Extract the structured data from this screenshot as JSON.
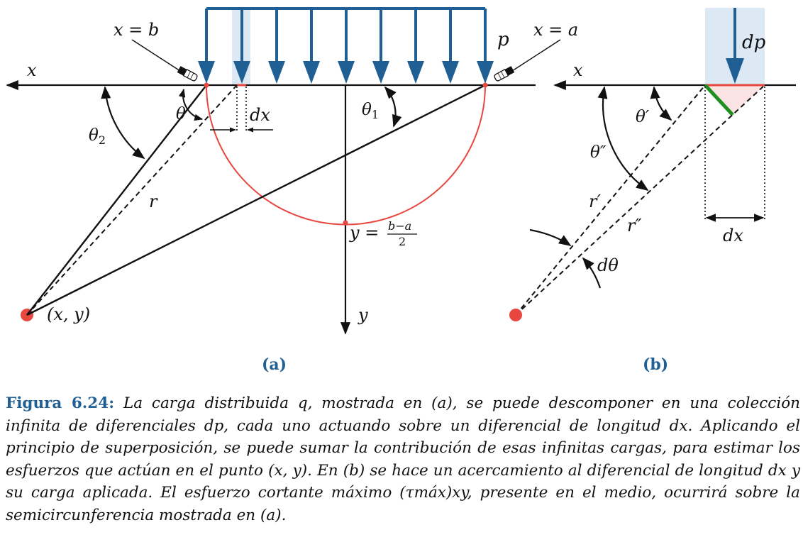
{
  "colors": {
    "load_blue": "#1f5f94",
    "load_fill": "#dce8f3",
    "circle_red": "#e8473f",
    "green": "#1f8f1f",
    "black": "#111111"
  },
  "panel_a": {
    "x_axis": "x",
    "y_axis": "y",
    "x_eq_b": "x = b",
    "x_eq_a": "x = a",
    "load": "p",
    "theta": "θ",
    "theta1": "θ",
    "theta1_sub": "1",
    "theta2": "θ",
    "theta2_sub": "2",
    "dx": "dx",
    "r": "r",
    "point": "(x, y)",
    "y_eq": "y =",
    "frac_num": "b−a",
    "frac_den": "2",
    "sublabel": "(a)"
  },
  "panel_b": {
    "x_axis": "x",
    "load": "dp",
    "theta_p": "θ′",
    "theta_pp": "θ″",
    "r_p": "r′",
    "r_pp": "r″",
    "dtheta": "dθ",
    "dx": "dx",
    "sublabel": "(b)"
  },
  "caption": {
    "label": "Figura 6.24:",
    "text": "La carga distribuida q, mostrada en (a), se puede descomponer en una colección infinita de diferenciales dp, cada uno actuando sobre un diferencial de longitud dx. Aplicando el principio de superposición, se puede sumar la contribución de esas infinitas cargas, para estimar los esfuerzos que actúan en el punto (x, y). En (b) se hace un acercamiento al diferencial de longitud dx y su carga aplicada. El esfuerzo cortante máximo (τmáx)xy, presente en el medio, ocurrirá sobre la semicircunferencia mostrada en (a)."
  }
}
